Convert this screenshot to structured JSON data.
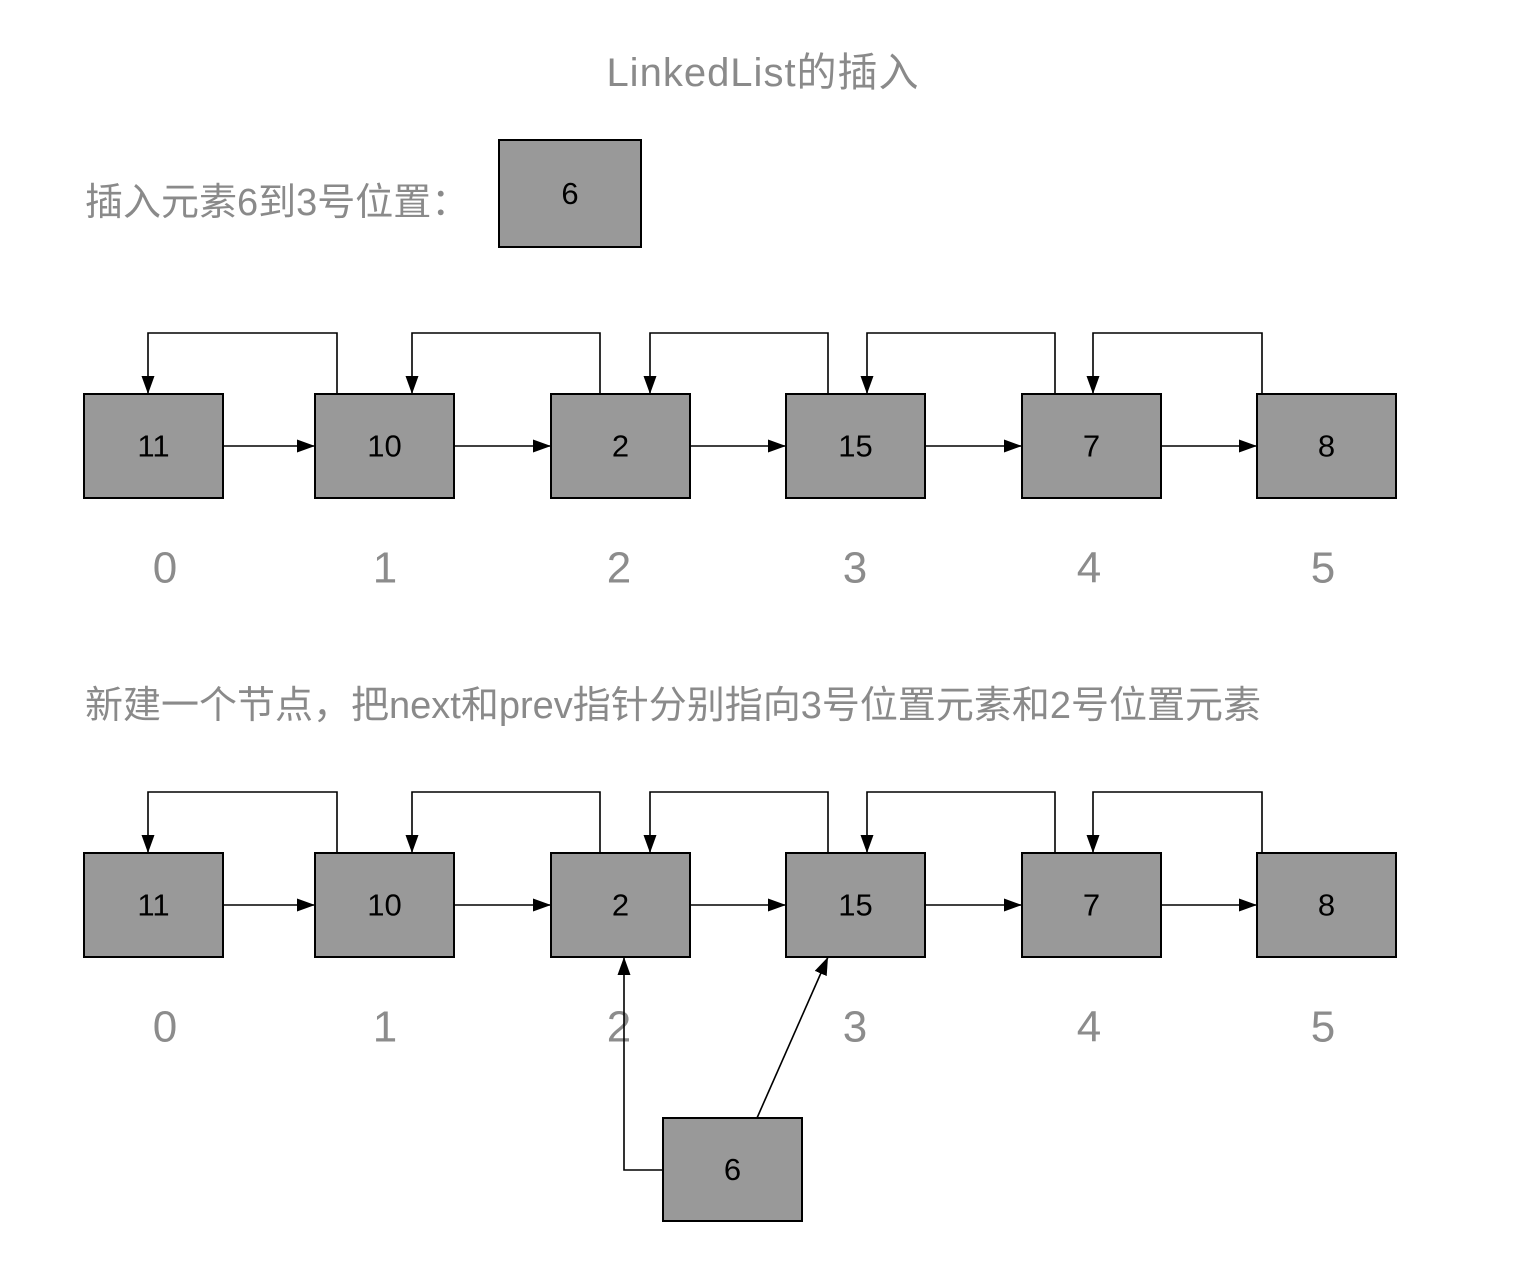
{
  "page": {
    "title": "LinkedList的插入"
  },
  "captions": {
    "insert": "插入元素6到3号位置：",
    "step": "新建一个节点，把next和prev指针分别指向3号位置元素和2号位置元素"
  },
  "insert_node": {
    "value": "6"
  },
  "new_node": {
    "value": "6"
  },
  "list": {
    "values": [
      "11",
      "10",
      "2",
      "15",
      "7",
      "8"
    ],
    "indices": [
      "0",
      "1",
      "2",
      "3",
      "4",
      "5"
    ]
  },
  "colors": {
    "background": "#ffffff",
    "node_fill": "#999999",
    "node_border": "#000000",
    "node_text": "#000000",
    "muted_text": "#8a8a8a",
    "index_text": "#8c8c8c",
    "arrow": "#000000"
  }
}
